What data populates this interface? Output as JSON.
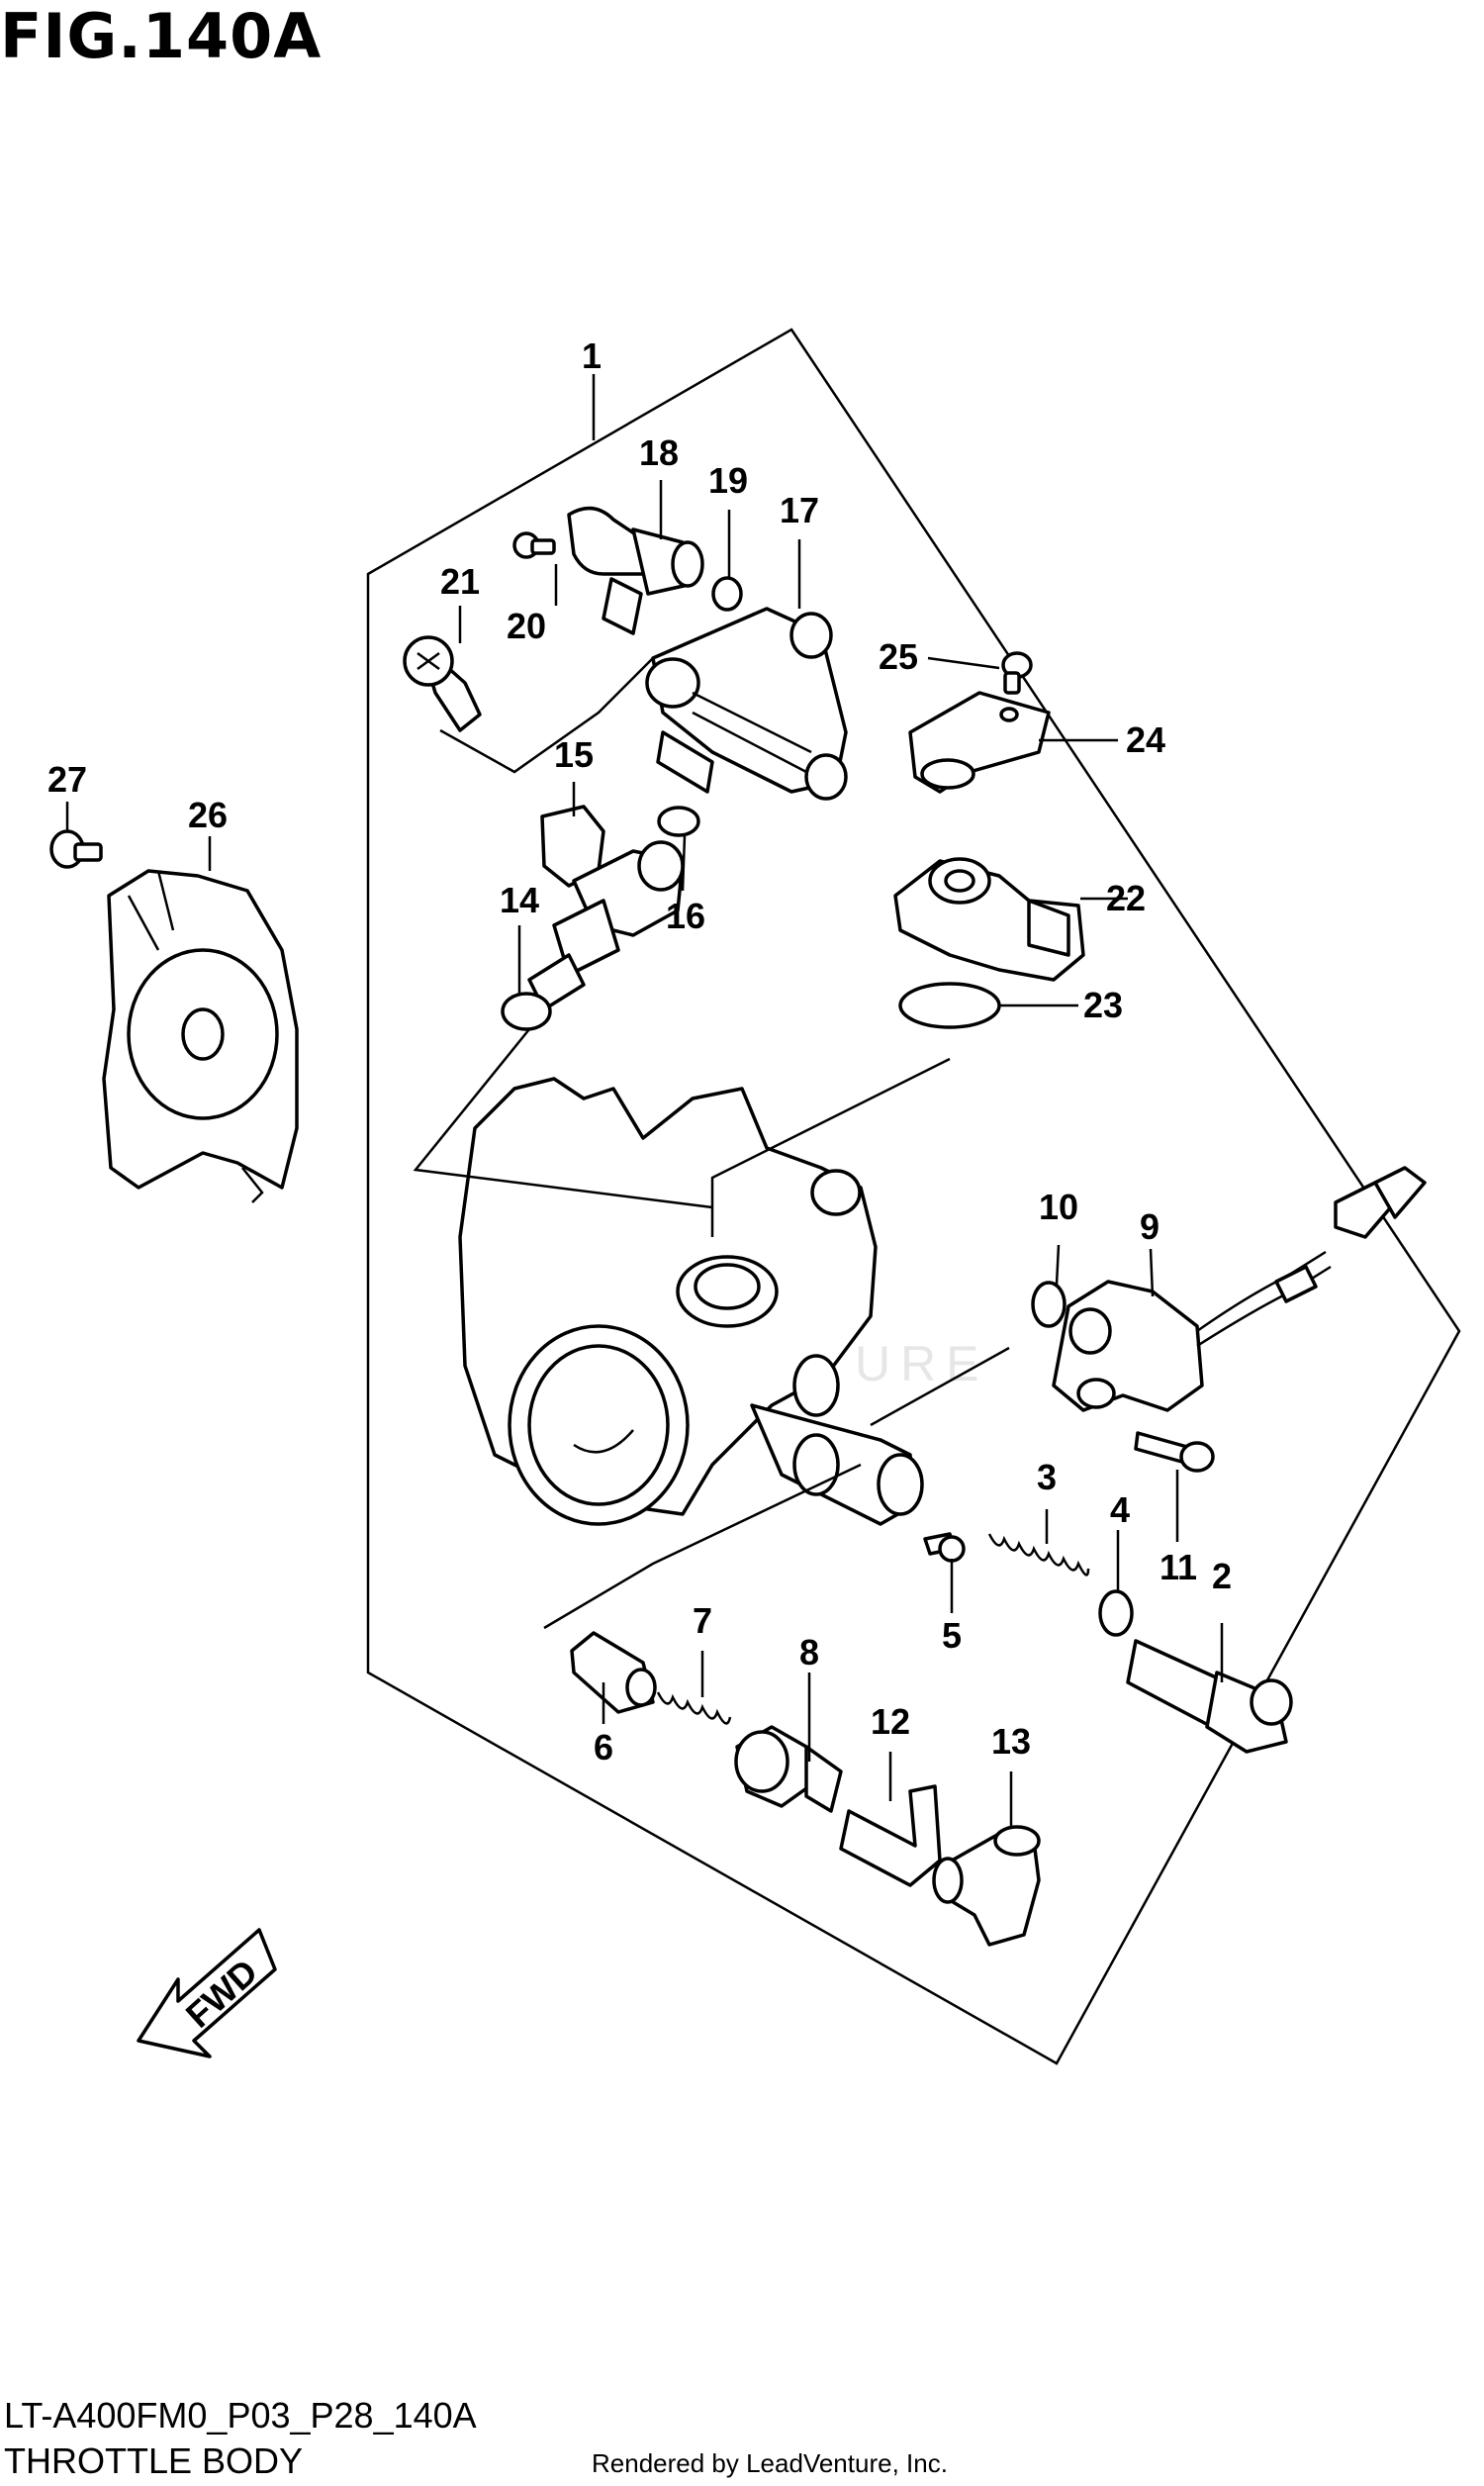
{
  "figure": {
    "title": "FIG.140A",
    "code": "LT-A400FM0_P03_P28_140A",
    "name": "THROTTLE BODY",
    "credit": "Rendered by LeadVenture, Inc.",
    "fwd_label": "FWD",
    "watermark": "LEADVENTURE"
  },
  "callouts": {
    "c1": "1",
    "c2": "2",
    "c3": "3",
    "c4": "4",
    "c5": "5",
    "c6": "6",
    "c7": "7",
    "c8": "8",
    "c9": "9",
    "c10": "10",
    "c11": "11",
    "c12": "12",
    "c13": "13",
    "c14": "14",
    "c15": "15",
    "c16": "16",
    "c17": "17",
    "c18": "18",
    "c19": "19",
    "c20": "20",
    "c21": "21",
    "c22": "22",
    "c23": "23",
    "c24": "24",
    "c25": "25",
    "c26": "26",
    "c27": "27"
  }
}
